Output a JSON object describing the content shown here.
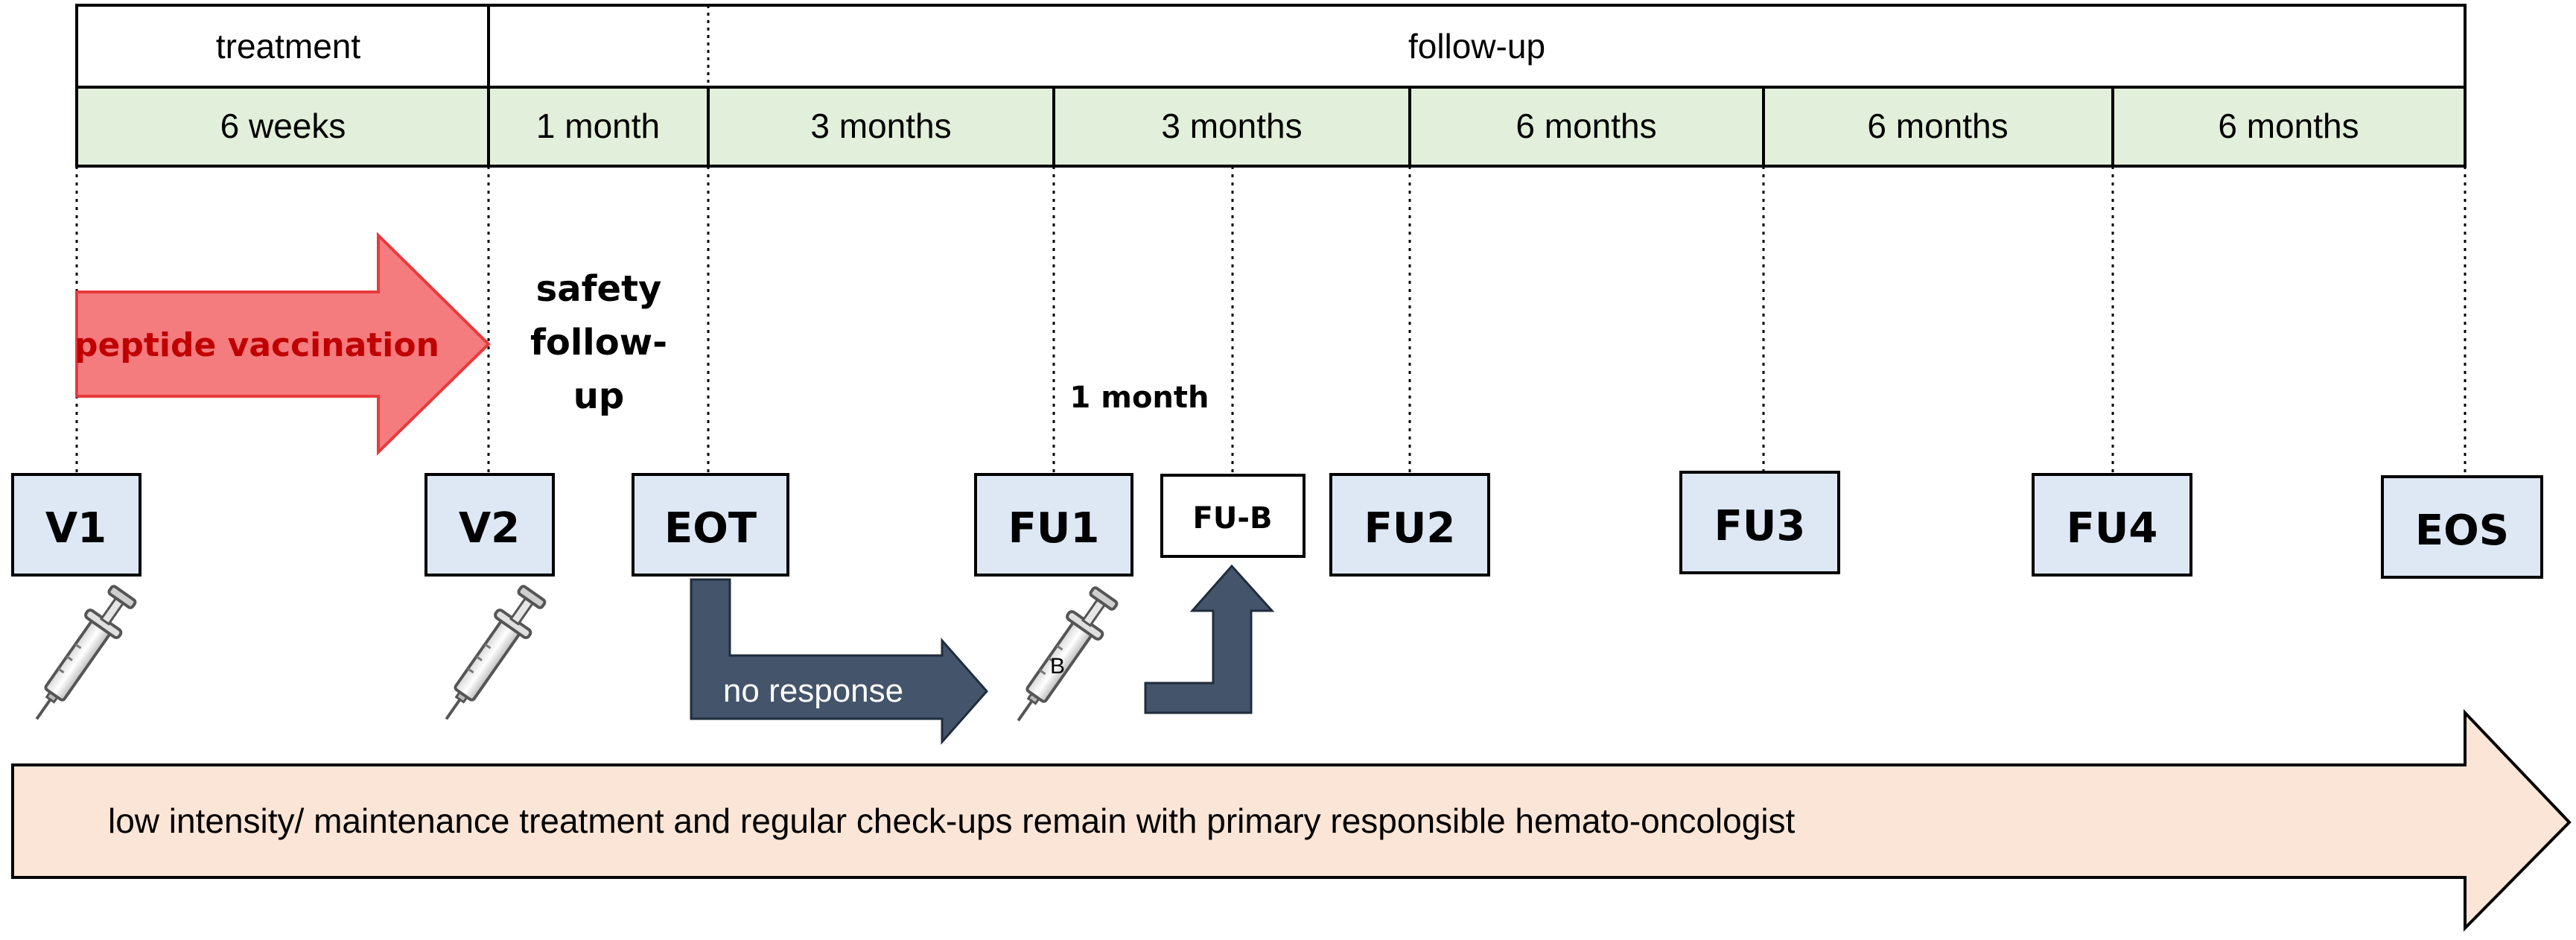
{
  "header": {
    "phase_treatment": "treatment",
    "phase_followup": "follow-up"
  },
  "durations": [
    "6 weeks",
    "1 month",
    "3 months",
    "3 months",
    "6 months",
    "6 months",
    "6 months"
  ],
  "vaccination_label": "peptide vaccination",
  "safety_label": [
    "safety",
    "follow-",
    "up"
  ],
  "one_month_label": "1 month",
  "visits": [
    "V1",
    "V2",
    "EOT",
    "FU1",
    "FU-B",
    "FU2",
    "FU3",
    "FU4",
    "EOS"
  ],
  "no_response_label": "no response",
  "syringe_mark": "B",
  "bottom_banner": "low intensity/ maintenance treatment and regular check-ups remain with primary responsible hemato-oncologist",
  "colors": {
    "duration_fill": "#e2efda",
    "visit_fill": "#dde8f4",
    "vaccination_arrow": "#f47b7e",
    "vaccination_stroke": "#e83a3e",
    "dark_arrow": "#44546a",
    "banner_fill": "#fbe5d6"
  }
}
